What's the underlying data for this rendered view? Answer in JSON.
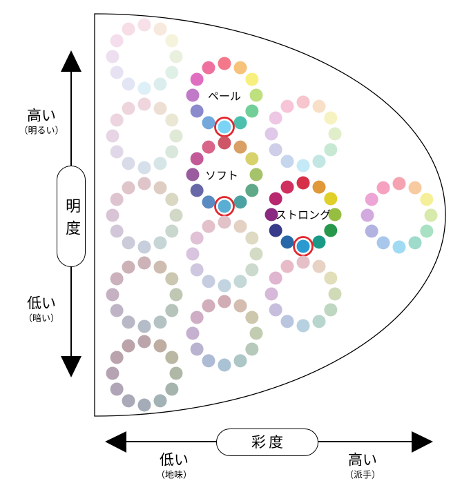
{
  "lightness_axis": {
    "title": "明度",
    "high_label": "高い",
    "high_note": "（明るい）",
    "low_label": "低い",
    "low_note": "（暗い）"
  },
  "saturation_axis": {
    "title": "彩度",
    "low_label": "低い",
    "low_note": "（地味）",
    "high_label": "高い",
    "high_note": "（派手）"
  },
  "colors": {
    "line": "#000000",
    "circle_mark": "#e3262c"
  },
  "rings": [
    {
      "dots": [
        "#f7e0e7",
        "#f7e9dd",
        "#f5f3dc",
        "#e9f1de",
        "#dff0e6",
        "#dcedee",
        "#def0f7",
        "#e2e6f4",
        "#e7e2f2",
        "#eedff0",
        "#f4ddec",
        "#f7dde6"
      ]
    },
    {
      "dots": [
        "#eed6dc",
        "#eedfd4",
        "#eae8d4",
        "#e0e8d6",
        "#d9e7dd",
        "#d6e5e5",
        "#d6e0ea",
        "#dadbe9",
        "#e0d7e8",
        "#e7d5e5",
        "#ecd5df",
        "#eed5db"
      ]
    },
    {
      "dots": [
        "#dfc5ca",
        "#dfcdc3",
        "#dad8c3",
        "#d1d9c6",
        "#c9d7cf",
        "#c6d5d6",
        "#c6cfdb",
        "#cbcbd9",
        "#d2c7d9",
        "#d9c4d5",
        "#dec4ce",
        "#dfc4c9"
      ]
    },
    {
      "dots": [
        "#cdb2b8",
        "#cfbcb0",
        "#cbc7b0",
        "#c0c8b4",
        "#b7c4bc",
        "#b4c2c3",
        "#b4bcc8",
        "#b8b8c7",
        "#beb4c6",
        "#c5b1c2",
        "#cab1bb",
        "#ccb1b7"
      ]
    },
    {
      "dots": [
        "#bca5aa",
        "#bfada2",
        "#bab7a2",
        "#afb8a6",
        "#a6b4ae",
        "#a3b2b5",
        "#a4acb8",
        "#a9a9b7",
        "#afa5b6",
        "#b6a3b2",
        "#baa3ac",
        "#bba3a9"
      ]
    },
    {
      "label": "ペール",
      "circled_dot": 6,
      "dots": [
        "#f2788a",
        "#f7c27a",
        "#f8f07e",
        "#bfe07e",
        "#72cf97",
        "#4cbfae",
        "#7bd4f5",
        "#72a8dc",
        "#8a8acc",
        "#c07ac8",
        "#e06ec0",
        "#ef709e"
      ]
    },
    {
      "label": "ソフト",
      "circled_dot": 6,
      "dots": [
        "#cf5666",
        "#d8a064",
        "#d8d26c",
        "#a5c36a",
        "#5fa888",
        "#4ca2a2",
        "#5aaed4",
        "#5a8ac2",
        "#6868a8",
        "#9a5c9e",
        "#c25a98",
        "#d8648a"
      ]
    },
    {
      "dots": [
        "#e2c2c9",
        "#e4d1c3",
        "#dedac3",
        "#d4dbc5",
        "#cbdacd",
        "#c5d8d8",
        "#c3d4e1",
        "#c6cde1",
        "#cec7df",
        "#d8c4de",
        "#e0c1d5",
        "#e2c1cb"
      ]
    },
    {
      "dots": [
        "#d2acb5",
        "#d4bdb0",
        "#cdc8ad",
        "#c2ccb1",
        "#b6c9bb",
        "#adc7c7",
        "#aac3d4",
        "#aebbd4",
        "#b9b3d0",
        "#c6b0d0",
        "#ceadc5",
        "#d2adbb"
      ]
    },
    {
      "dots": [
        "#f6c5cd",
        "#f8dfc7",
        "#f7f2c1",
        "#e0eec9",
        "#c7e9d3",
        "#c2e6e1",
        "#c5eaf7",
        "#c6d6ee",
        "#cecee9",
        "#dfc8e8",
        "#eec7e5",
        "#f7c5d7"
      ]
    },
    {
      "label": "ストロング",
      "circled_dot": 6,
      "dots": [
        "#d82f48",
        "#e09838",
        "#dfcf28",
        "#96be40",
        "#27974a",
        "#1a9987",
        "#2a9ad0",
        "#2868a8",
        "#383a8a",
        "#8a2a80",
        "#b8286e",
        "#d0305e"
      ]
    },
    {
      "dots": [
        "#e5c0c8",
        "#e7d2c3",
        "#e1dfb9",
        "#cfdbb7",
        "#bed7c1",
        "#b8d5ce",
        "#b7d1e1",
        "#bac5df",
        "#c7bede",
        "#d6b8d8",
        "#dfb5cf",
        "#e7bbc7"
      ]
    },
    {
      "dots": [
        "#f6a3b1",
        "#f8caa0",
        "#f6ef99",
        "#d7eaab",
        "#a8e1c3",
        "#9edbcb",
        "#a0dbf3",
        "#a8c7eb",
        "#b3b3e1",
        "#d2aadf",
        "#eda5d5",
        "#f7a1c1"
      ]
    }
  ]
}
